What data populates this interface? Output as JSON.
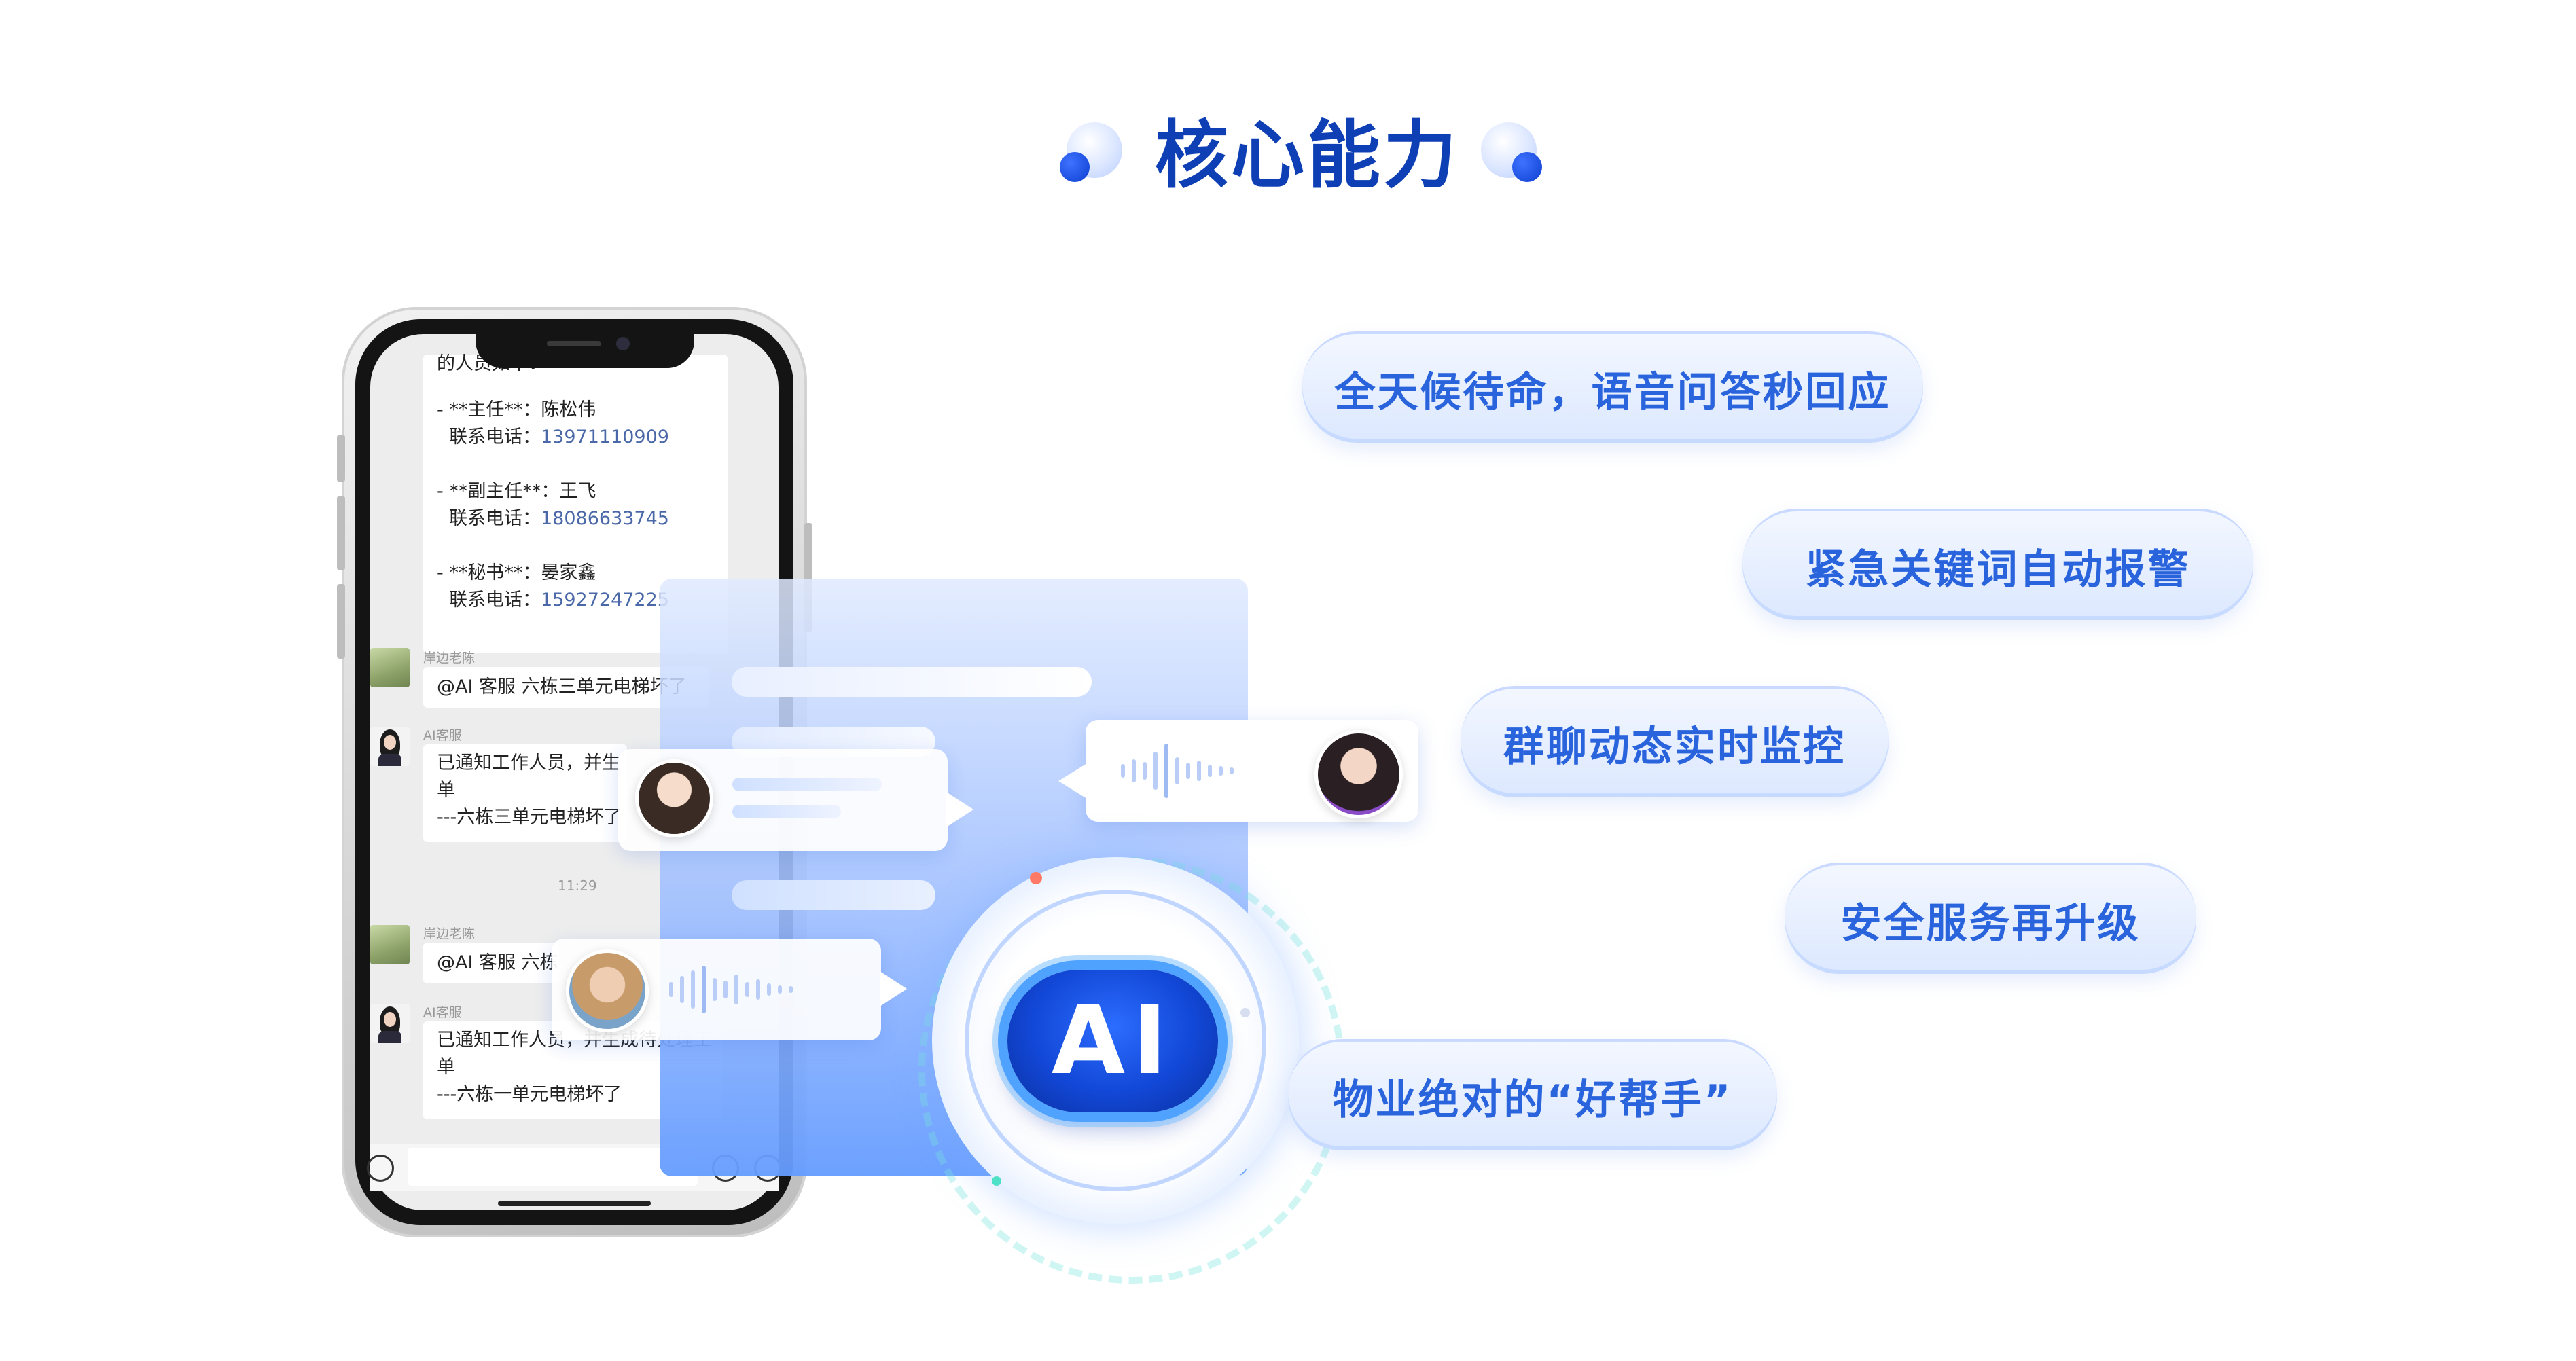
{
  "heading": {
    "title": "核心能力"
  },
  "chat": {
    "first_bubble": {
      "intro": "的人员如下：",
      "contacts": [
        {
          "role": "- **主任**：陈松伟",
          "phone_label": "联系电话：",
          "phone": "13971110909"
        },
        {
          "role": "- **副主任**：王飞",
          "phone_label": "联系电话：",
          "phone": "18086633745"
        },
        {
          "role": "- **秘书**：晏家鑫",
          "phone_label": "联系电话：",
          "phone": "15927247225"
        }
      ]
    },
    "msg1": {
      "sender": "岸边老陈",
      "text": "@AI 客服  六栋三单元电梯坏了"
    },
    "msg2": {
      "sender": "AI客服",
      "line1": "已通知工作人员，并生",
      "line2": "单",
      "line3": "---六栋三单元电梯坏了"
    },
    "time": "11:29",
    "msg3": {
      "sender": "岸边老陈",
      "text": "@AI 客服  六栋"
    },
    "msg4": {
      "sender": "AI客服",
      "line1": "已通知工作人员，并生成待处理工",
      "line2": "单",
      "line3": "---六栋一单元电梯坏了"
    }
  },
  "ai_badge": {
    "label": "AI"
  },
  "features": [
    {
      "label": "全天候待命，语音问答秒回应"
    },
    {
      "label": "紧急关键词自动报警"
    },
    {
      "label": "群聊动态实时监控"
    },
    {
      "label": "安全服务再升级"
    },
    {
      "label": "物业绝对的“好帮手”"
    }
  ],
  "colors": {
    "title": "#0f3fb5",
    "pill_text": "#2a64dd",
    "accent": "#1247d6"
  }
}
